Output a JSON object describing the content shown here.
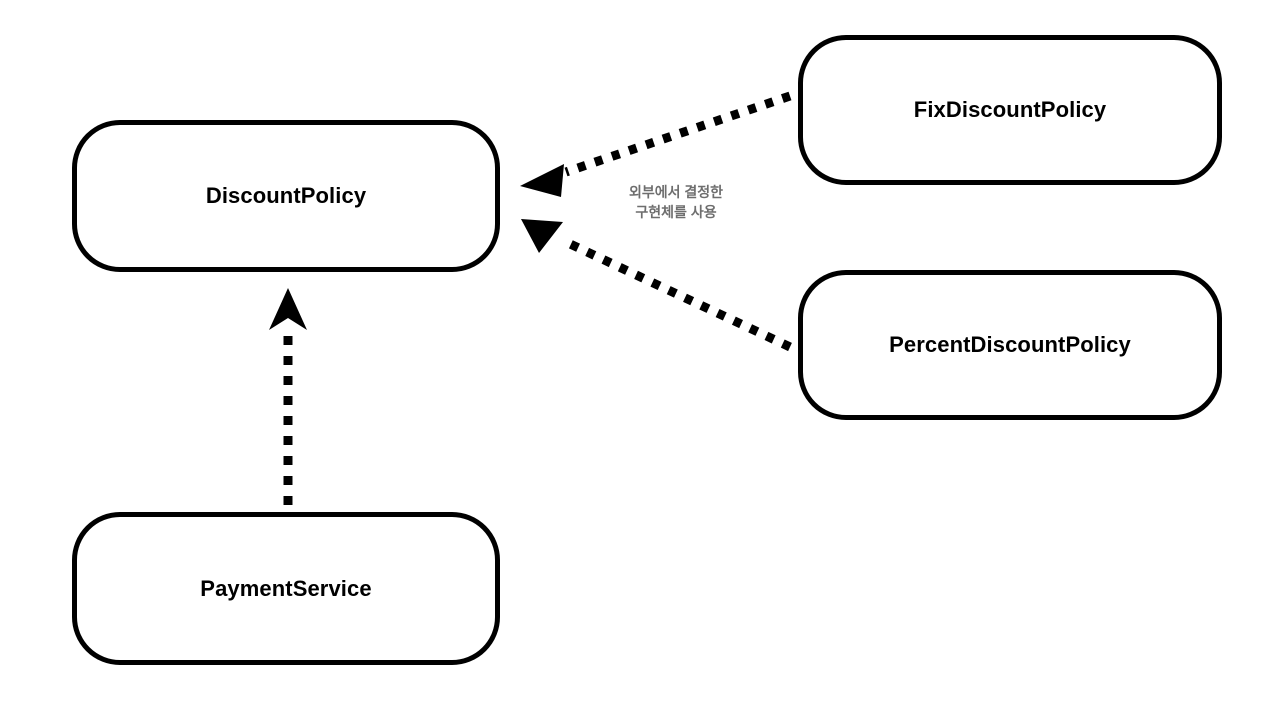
{
  "diagram": {
    "title": "DiscountPolicy dependency diagram",
    "background_color": "#ffffff",
    "stroke_color": "#000000",
    "annotation_color": "#6e6e6e",
    "nodes": [
      {
        "id": "discount-policy",
        "label": "DiscountPolicy",
        "role": "interface"
      },
      {
        "id": "payment-service",
        "label": "PaymentService",
        "role": "client"
      },
      {
        "id": "fix-discount",
        "label": "FixDiscountPolicy",
        "role": "implementation"
      },
      {
        "id": "percent-discount",
        "label": "PercentDiscountPolicy",
        "role": "implementation"
      }
    ],
    "annotation": {
      "text": "외부에서 결정한\n구현체를 사용",
      "line1": "외부에서 결정한",
      "line2": "구현체를 사용"
    },
    "edges": [
      {
        "id": "edge-payment-to-discount",
        "from": "payment-service",
        "to": "discount-policy",
        "style": "dotted",
        "arrow": "barbed"
      },
      {
        "id": "edge-fix-to-discount",
        "from": "fix-discount",
        "to": "discount-policy",
        "style": "dotted",
        "arrow": "solid-triangle"
      },
      {
        "id": "edge-percent-to-discount",
        "from": "percent-discount",
        "to": "discount-policy",
        "style": "dotted",
        "arrow": "solid-triangle"
      }
    ]
  }
}
